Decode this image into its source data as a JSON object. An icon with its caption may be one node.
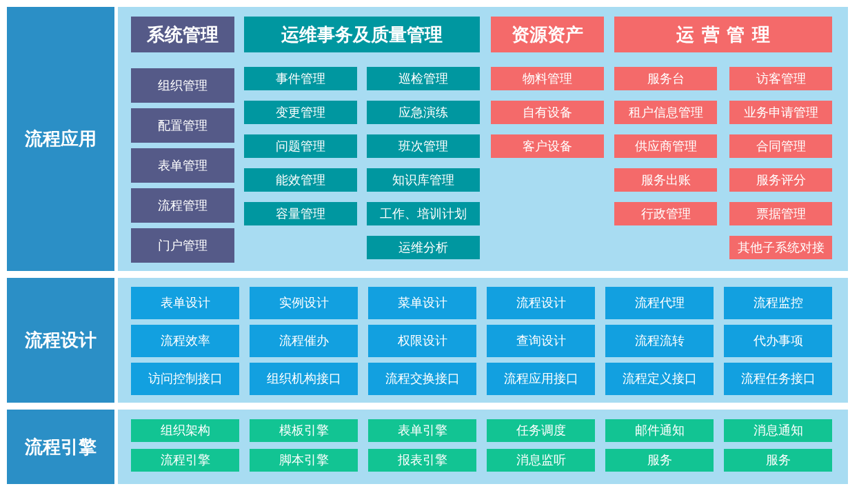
{
  "diagram": {
    "nodes": [
      {
        "text": [
          "流程应用"
        ]
      },
      {
        "text": [],
        "shape": "box"
      },
      {
        "text": [
          "系统管理"
        ],
        "in": 1
      },
      {
        "text": [
          "运维事务及质量管理"
        ],
        "in": 1
      },
      {
        "text": [
          "资源资产"
        ],
        "in": 1
      },
      {
        "text": [
          "运营管理"
        ],
        "in": 1
      },
      {
        "text": [
          "组织管理"
        ],
        "in": 1
      },
      {
        "text": [
          "配置管理"
        ],
        "in": 1
      },
      {
        "text": [
          "表单管理"
        ],
        "in": 1
      },
      {
        "text": [
          "流程管理"
        ],
        "in": 1
      },
      {
        "text": [
          "门户管理"
        ],
        "in": 1
      },
      {
        "text": [
          "事件管理"
        ],
        "in": 1
      },
      {
        "text": [
          "变更管理"
        ],
        "in": 1
      },
      {
        "text": [
          "问题管理"
        ],
        "in": 1
      },
      {
        "text": [
          "能效管理"
        ],
        "in": 1
      },
      {
        "text": [
          "容量管理"
        ],
        "in": 1
      },
      {
        "text": [
          "巡检管理"
        ],
        "in": 1
      },
      {
        "text": [
          "应急演练"
        ],
        "in": 1
      },
      {
        "text": [
          "班次管理"
        ],
        "in": 1
      },
      {
        "text": [
          "知识库管理"
        ],
        "in": 1
      },
      {
        "text": [
          "工作、培训计划"
        ],
        "in": 1
      },
      {
        "text": [
          "运维分析"
        ],
        "in": 1
      },
      {
        "text": [
          "物料管理"
        ],
        "in": 1
      },
      {
        "text": [
          "自有设备"
        ],
        "in": 1
      },
      {
        "text": [
          "客户设备"
        ],
        "in": 1
      },
      {
        "text": [
          "服务台"
        ],
        "in": 1
      },
      {
        "text": [
          "租户信息管理"
        ],
        "in": 1
      },
      {
        "text": [
          "供应商管理"
        ],
        "in": 1
      },
      {
        "text": [
          "服务出账"
        ],
        "in": 1
      },
      {
        "text": [
          "行政管理"
        ],
        "in": 1
      },
      {
        "text": [
          "访客管理"
        ],
        "in": 1
      },
      {
        "text": [
          "业务申请管理"
        ],
        "in": 1
      },
      {
        "text": [
          "合同管理"
        ],
        "in": 1
      },
      {
        "text": [
          "服务评分"
        ],
        "in": 1
      },
      {
        "text": [
          "票据管理"
        ],
        "in": 1
      },
      {
        "text": [
          "其他子系统对接"
        ],
        "in": 1
      },
      {
        "text": [
          "流程设计"
        ]
      },
      {
        "text": [],
        "shape": "box"
      },
      {
        "text": [
          "表单设计"
        ],
        "in": 37
      },
      {
        "text": [
          "实例设计"
        ],
        "in": 37
      },
      {
        "text": [
          "菜单设计"
        ],
        "in": 37
      },
      {
        "text": [
          "流程设计"
        ],
        "in": 37
      },
      {
        "text": [
          "流程代理"
        ],
        "in": 37
      },
      {
        "text": [
          "流程监控"
        ],
        "in": 37
      },
      {
        "text": [
          "流程效率"
        ],
        "in": 37
      },
      {
        "text": [
          "流程催办"
        ],
        "in": 37
      },
      {
        "text": [
          "权限设计"
        ],
        "in": 37
      },
      {
        "text": [
          "查询设计"
        ],
        "in": 37
      },
      {
        "text": [
          "流程流转"
        ],
        "in": 37
      },
      {
        "text": [
          "代办事项"
        ],
        "in": 37
      },
      {
        "text": [
          "访问控制接口"
        ],
        "in": 37
      },
      {
        "text": [
          "组织机构接口"
        ],
        "in": 37
      },
      {
        "text": [
          "流程交换接口"
        ],
        "in": 37
      },
      {
        "text": [
          "流程应用接口"
        ],
        "in": 37
      },
      {
        "text": [
          "流程定义接口"
        ],
        "in": 37
      },
      {
        "text": [
          "流程任务接口"
        ],
        "in": 37
      },
      {
        "text": [
          "流程引擎"
        ]
      },
      {
        "text": [],
        "shape": "box"
      },
      {
        "text": [
          "组织架构"
        ],
        "in": 57
      },
      {
        "text": [
          "模板引擎"
        ],
        "in": 57
      },
      {
        "text": [
          "表单引擎"
        ],
        "in": 57
      },
      {
        "text": [
          "任务调度"
        ],
        "in": 57
      },
      {
        "text": [
          "邮件通知"
        ],
        "in": 57
      },
      {
        "text": [
          "消息通知"
        ],
        "in": 57
      },
      {
        "text": [
          "流程引擎"
        ],
        "in": 57
      },
      {
        "text": [
          "脚本引擎"
        ],
        "in": 57
      },
      {
        "text": [
          "报表引擎"
        ],
        "in": 57
      },
      {
        "text": [
          "消息监听"
        ],
        "in": 57
      },
      {
        "text": [
          "服务"
        ],
        "in": 57
      },
      {
        "text": [
          "服务"
        ],
        "in": 57
      }
    ]
  }
}
